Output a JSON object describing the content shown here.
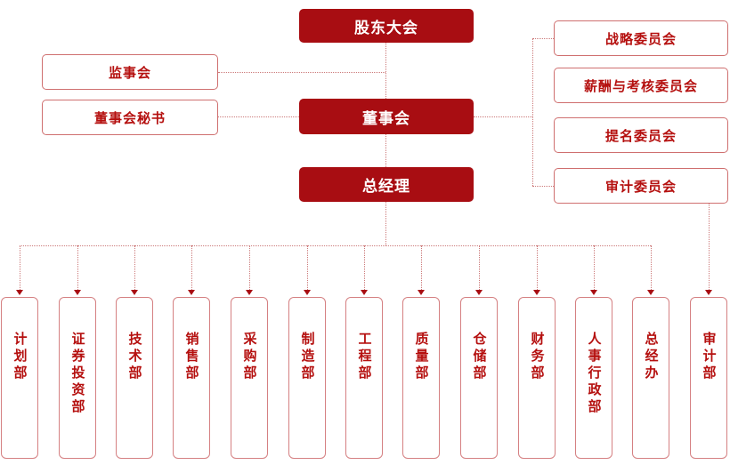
{
  "org": {
    "shareholders": "股东大会",
    "board": "董事会",
    "general_manager": "总经理",
    "supervisory": "监事会",
    "board_secretary": "董事会秘书",
    "committees": [
      "战略委员会",
      "薪酬与考核委员会",
      "提名委员会",
      "审计委员会"
    ],
    "departments": [
      "计划部",
      "证券投资部",
      "技术部",
      "销售部",
      "采购部",
      "制造部",
      "工程部",
      "质量部",
      "仓储部",
      "财务部",
      "人事行政部",
      "总经办",
      "审计部"
    ]
  },
  "colors": {
    "solid_fill": "#A80D12",
    "solid_text": "#FFFFFF",
    "outline_border": "#CF6F6F",
    "label_red": "#B5100F",
    "connector": "#CC7A7A",
    "dept_border": "#D58082"
  }
}
